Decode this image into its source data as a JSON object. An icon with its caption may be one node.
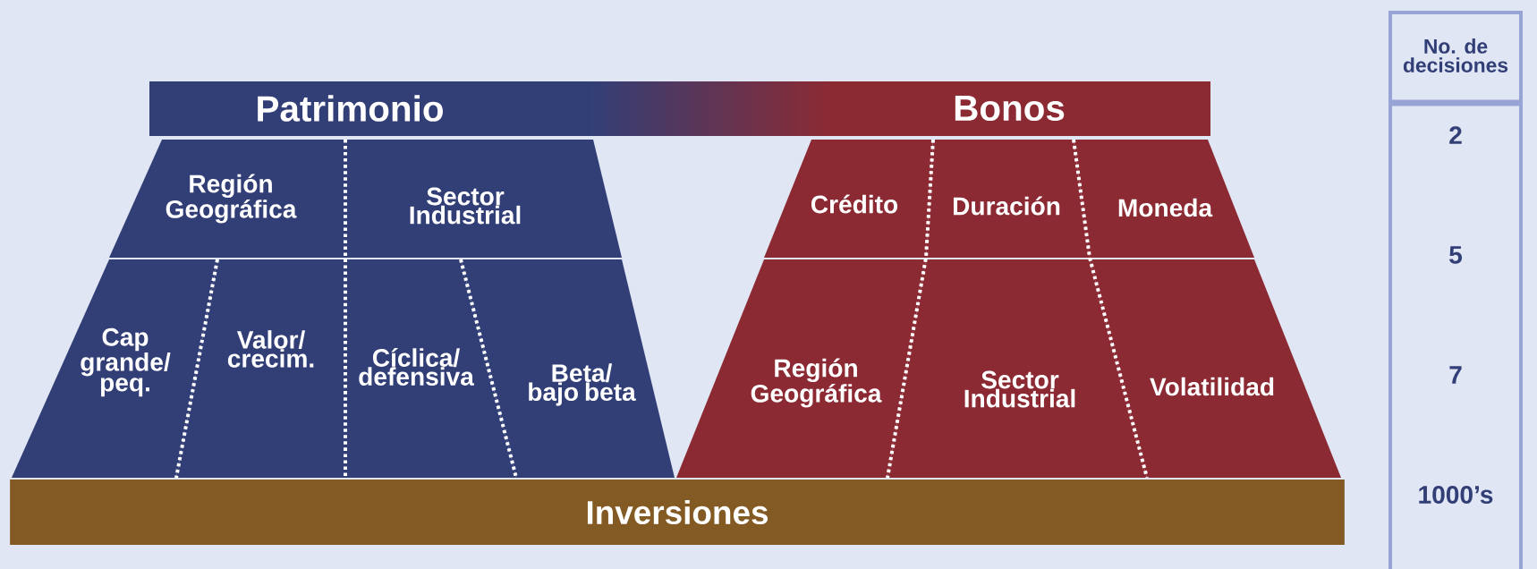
{
  "diagram": {
    "nodes": [
      {
        "text": [
          "Patrimonio",
          "Bonos"
        ]
      },
      {
        "text": [
          "Región Geográfica"
        ]
      },
      {
        "text": [
          "Sector Industrial"
        ]
      },
      {
        "text": [
          "Cap grande/ peq."
        ]
      },
      {
        "text": [
          "Valor/crecim."
        ]
      },
      {
        "text": [
          "Cíclica/ defensiva"
        ]
      },
      {
        "text": [
          "Beta/ bajo beta"
        ]
      },
      {
        "text": [
          "Crédito"
        ]
      },
      {
        "text": [
          "Duración"
        ]
      },
      {
        "text": [
          "Moneda"
        ]
      },
      {
        "text": [
          "Región Geográfica"
        ]
      },
      {
        "text": [
          "Sector Industrial"
        ]
      },
      {
        "text": [
          "Volatilidad"
        ]
      },
      {
        "text": [
          "Inversiones"
        ]
      },
      {
        "text": [
          "No. de decisiones",
          "2",
          "5",
          "7",
          "1000’s"
        ]
      }
    ]
  }
}
